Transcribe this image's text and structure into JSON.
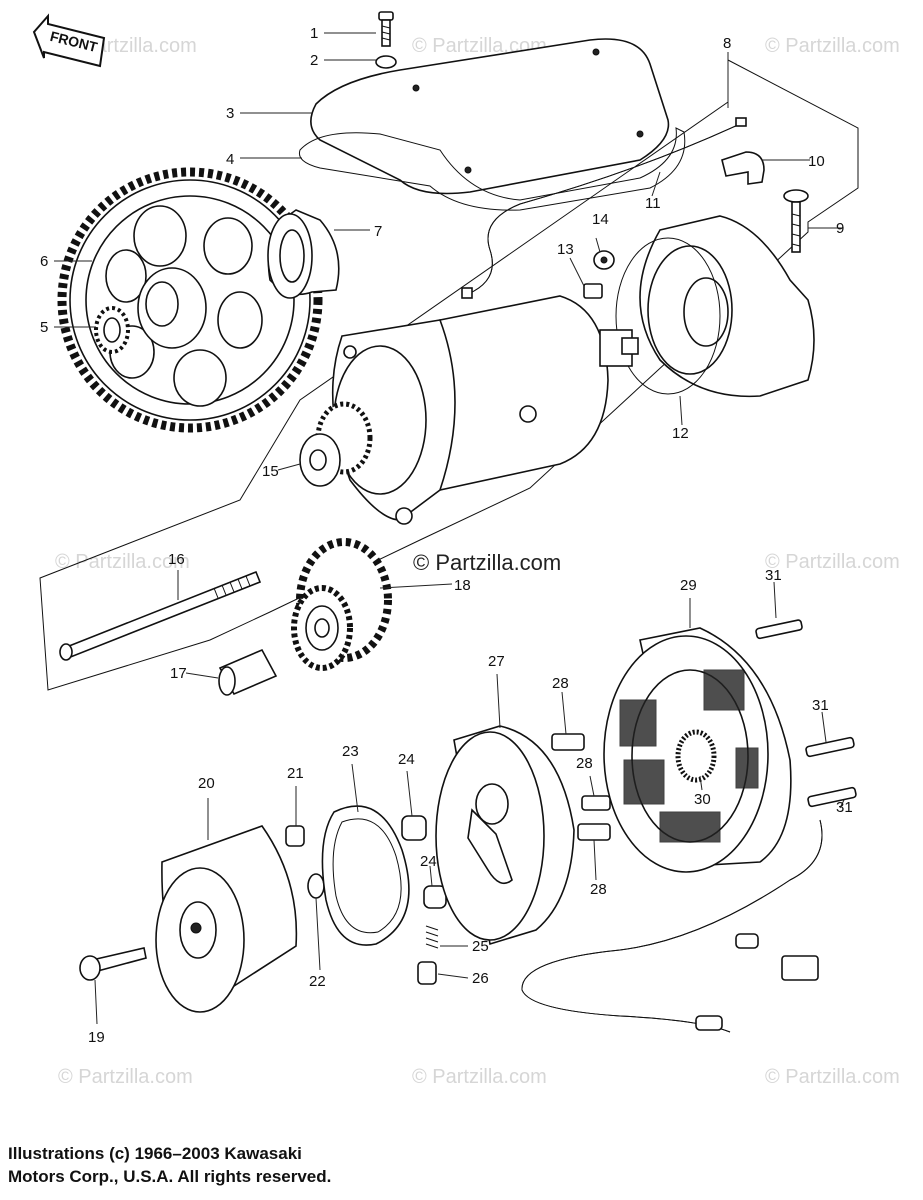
{
  "front_label": "FRONT",
  "watermarks": [
    "© Partzilla.com",
    "© Partzilla.com",
    "© Partzilla.com",
    "© Partzilla.com",
    "© Partzilla.com",
    "© Partzilla.com",
    "© Partzilla.com",
    "© Partzilla.com"
  ],
  "center_watermark": "© Partzilla.com",
  "callouts": [
    "1",
    "2",
    "3",
    "4",
    "5",
    "6",
    "7",
    "8",
    "9",
    "10",
    "11",
    "12",
    "13",
    "14",
    "15",
    "16",
    "17",
    "18",
    "19",
    "20",
    "21",
    "22",
    "23",
    "24",
    "24",
    "25",
    "26",
    "27",
    "28",
    "28",
    "28",
    "29",
    "30",
    "31",
    "31",
    "31"
  ],
  "copyright": {
    "line1": "Illustrations (c) 1966–2003 Kawasaki",
    "line2": "Motors Corp., U.S.A.  All rights reserved."
  }
}
